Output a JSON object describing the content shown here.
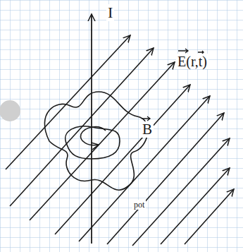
{
  "diagram": {
    "labels": [
      "I",
      "E(r,t)",
      "B",
      "pot"
    ]
  }
}
